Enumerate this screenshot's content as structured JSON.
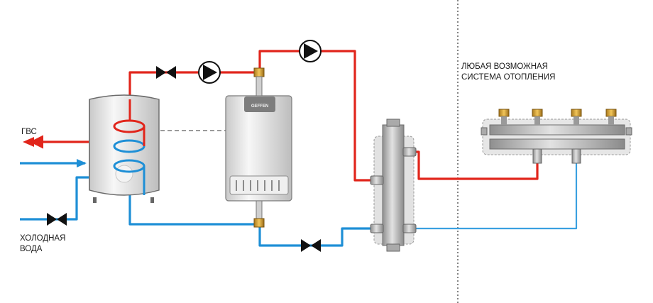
{
  "labels": {
    "hot_water": "ГВС",
    "cold_water_line1": "ХОЛОДНАЯ",
    "cold_water_line2": "ВОДА",
    "heating_system_line1": "ЛЮБАЯ ВОЗМОЖНАЯ",
    "heating_system_line2": "СИСТЕМА ОТОПЛЕНИЯ",
    "boiler_brand": "GEFFEN"
  },
  "colors": {
    "hot_pipe": "#e1251b",
    "cold_pipe": "#1e8fd6",
    "equipment": "#d8d8d8",
    "valve": "#111111"
  },
  "icons": {
    "valve": "check-valve-icon",
    "pump": "circulation-pump-icon"
  }
}
